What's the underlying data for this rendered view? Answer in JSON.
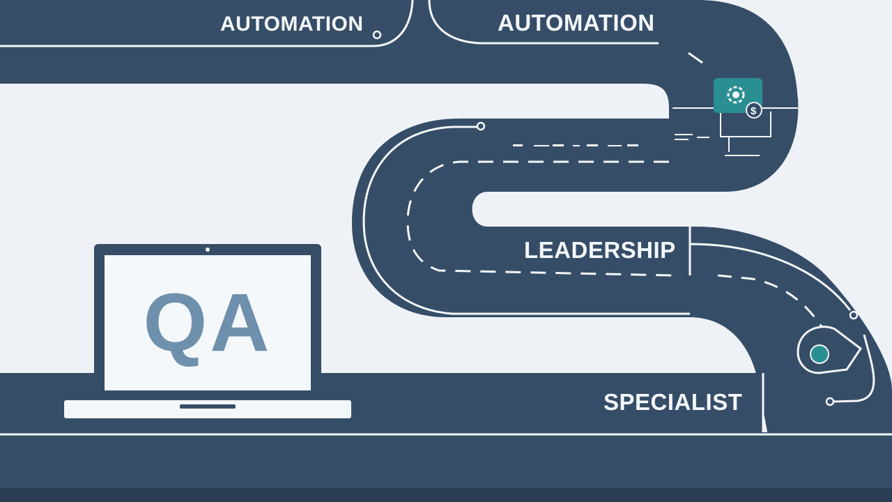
{
  "labels": {
    "automation_left": "AUTOMATION",
    "automation_right": "AUTOMATION",
    "leadership": "LEADERSHIP",
    "specialist": "SPECIALIST"
  },
  "laptop": {
    "screen_text": "QA"
  },
  "icons": [
    "gear-icon",
    "badge-icon",
    "target-icon",
    "laptop-icon"
  ],
  "colors": {
    "background": "#eef2f6",
    "road": "#364d68",
    "road_edge": "#2a3d54",
    "line": "#f4f7fa",
    "accent_teal": "#2a8f93",
    "qa_text": "#6f90ac"
  }
}
